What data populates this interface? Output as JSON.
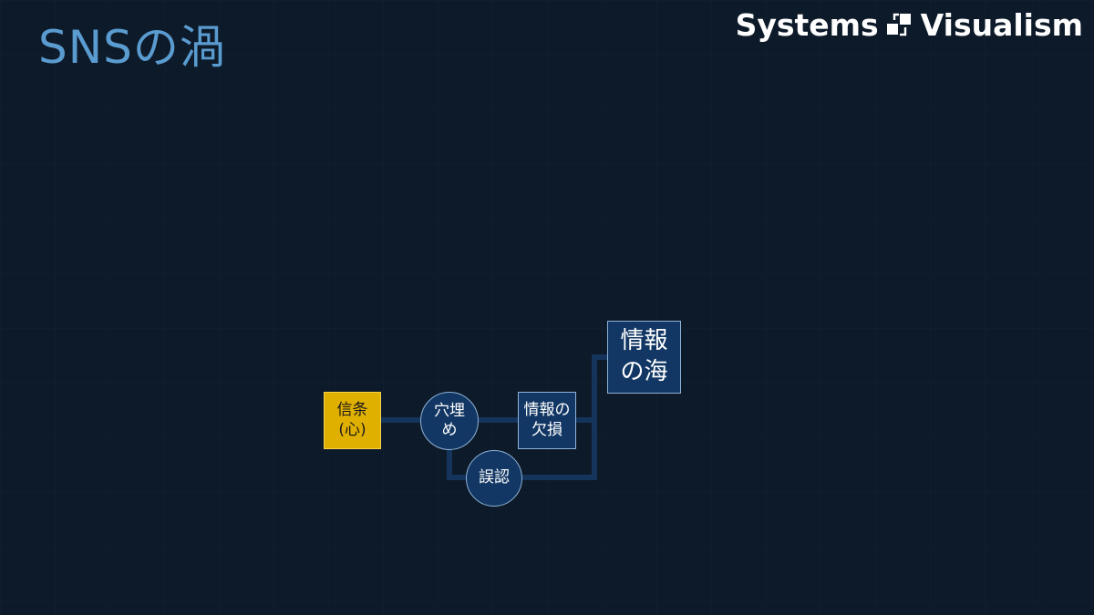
{
  "header": {
    "title": "SNSの渦",
    "logo": {
      "left_text": "Systems",
      "right_text": "Visualism"
    }
  },
  "diagram": {
    "nodes": {
      "belief": {
        "line1": "信条",
        "line2": "(心)"
      },
      "hole_filling": {
        "line1": "穴埋",
        "line2": "め"
      },
      "info_lack": {
        "line1": "情報の",
        "line2": "欠損"
      },
      "info_sea": {
        "line1": "情報",
        "line2": "の海"
      },
      "misreading": {
        "line1": "誤認"
      }
    },
    "colors": {
      "background": "#0d1a29",
      "title": "#5a9bd0",
      "connector": "#15345c",
      "node_fill": "#123764",
      "node_border": "#8fb3d8",
      "belief_fill": "#e0b000"
    }
  }
}
